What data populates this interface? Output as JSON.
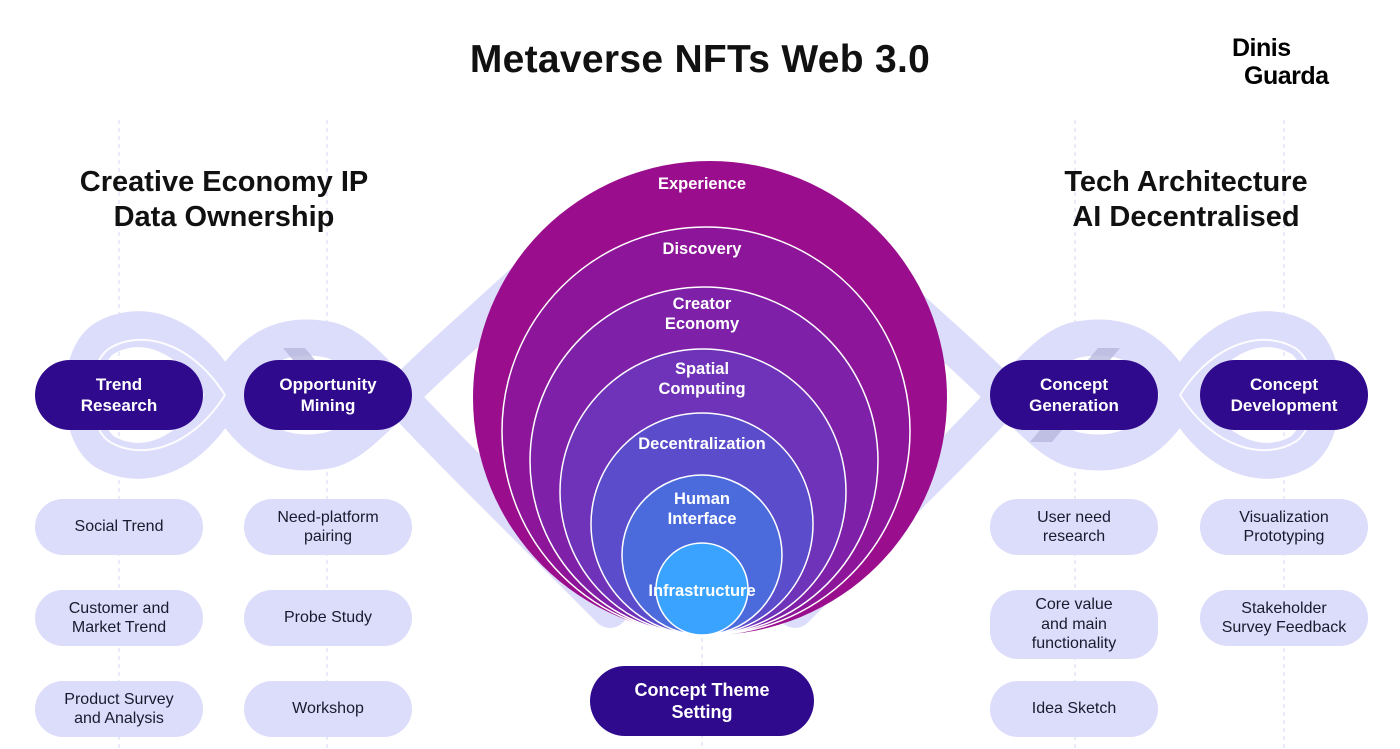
{
  "title": "Metaverse NFTs Web 3.0",
  "logo": {
    "line1": "Dinis",
    "line2": "Guarda"
  },
  "left_section": {
    "line1": "Creative Economy IP",
    "line2": "Data Ownership"
  },
  "right_section": {
    "line1": "Tech Architecture",
    "line2": "AI Decentralised"
  },
  "center_layers": [
    {
      "line1": "Experience",
      "line2": ""
    },
    {
      "line1": "Discovery",
      "line2": ""
    },
    {
      "line1": "Creator",
      "line2": "Economy"
    },
    {
      "line1": "Spatial",
      "line2": "Computing"
    },
    {
      "line1": "Decentralization",
      "line2": ""
    },
    {
      "line1": "Human",
      "line2": "Interface"
    },
    {
      "line1": "Infrastructure",
      "line2": ""
    }
  ],
  "center_bottom": {
    "line1": "Concept Theme",
    "line2": "Setting"
  },
  "columns": [
    {
      "header": {
        "line1": "Trend",
        "line2": "Research"
      },
      "items": [
        {
          "line1": "Social Trend",
          "line2": ""
        },
        {
          "line1": "Customer and",
          "line2": "Market Trend"
        },
        {
          "line1": "Product Survey",
          "line2": "and Analysis"
        }
      ]
    },
    {
      "header": {
        "line1": "Opportunity",
        "line2": "Mining"
      },
      "items": [
        {
          "line1": "Need-platform",
          "line2": "pairing"
        },
        {
          "line1": "Probe Study",
          "line2": ""
        },
        {
          "line1": "Workshop",
          "line2": ""
        }
      ]
    },
    {
      "header": {
        "line1": "Concept",
        "line2": "Generation"
      },
      "items": [
        {
          "line1": "User need",
          "line2": "research"
        },
        {
          "line1": "Core value",
          "line2": "and main",
          "line3": "functionality"
        },
        {
          "line1": "Idea Sketch",
          "line2": ""
        }
      ]
    },
    {
      "header": {
        "line1": "Concept",
        "line2": "Development"
      },
      "items": [
        {
          "line1": "Visualization",
          "line2": "Prototyping"
        },
        {
          "line1": "Stakeholder",
          "line2": "Survey Feedback"
        }
      ]
    }
  ],
  "colors": {
    "dark_pill": "#2f0a8c",
    "light_pill": "#dcdcfb",
    "ribbon": "#dcdcfb",
    "sphere_outer": "#8e0a8e",
    "sphere_inner": "#3aa3ff"
  }
}
